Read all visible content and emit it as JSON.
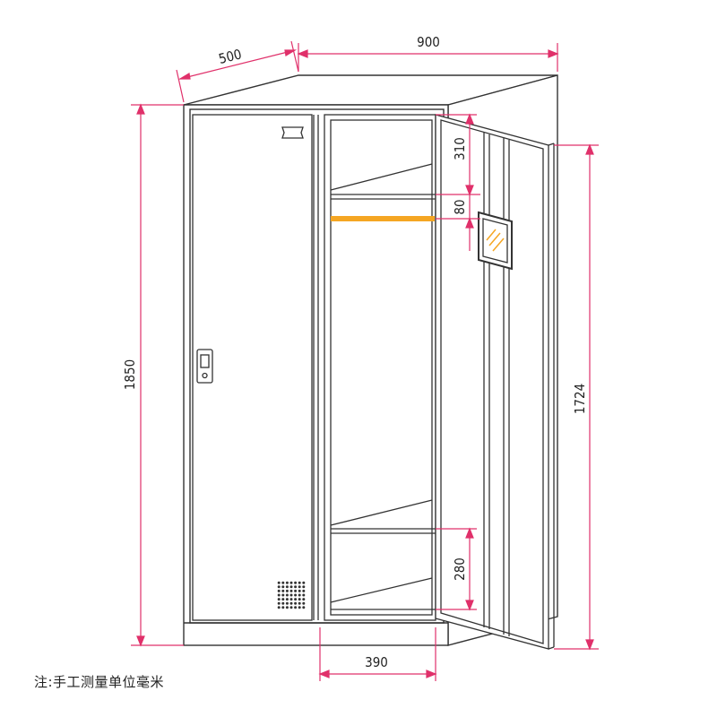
{
  "dimensions": {
    "depth": "500",
    "width": "900",
    "height_total": "1850",
    "height_door": "1724",
    "top_shelf": "310",
    "rail_gap": "80",
    "bottom_shelf": "280",
    "inner_width": "390"
  },
  "note": "注:手工测量单位毫米",
  "colors": {
    "dimension": "#e0306a",
    "outline": "#333333",
    "rail": "#f5a623"
  }
}
